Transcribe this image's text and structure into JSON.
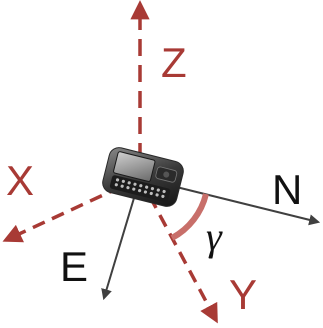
{
  "colors": {
    "device_axis": "#a83a35",
    "world_axis": "#404040",
    "angle_arc": "#c86f6a",
    "greek": "#111111"
  },
  "labels": {
    "z": "Z",
    "x": "X",
    "y": "Y",
    "n": "N",
    "e": "E",
    "angle": "γ"
  },
  "icons": {
    "device": "smartphone-icon"
  }
}
